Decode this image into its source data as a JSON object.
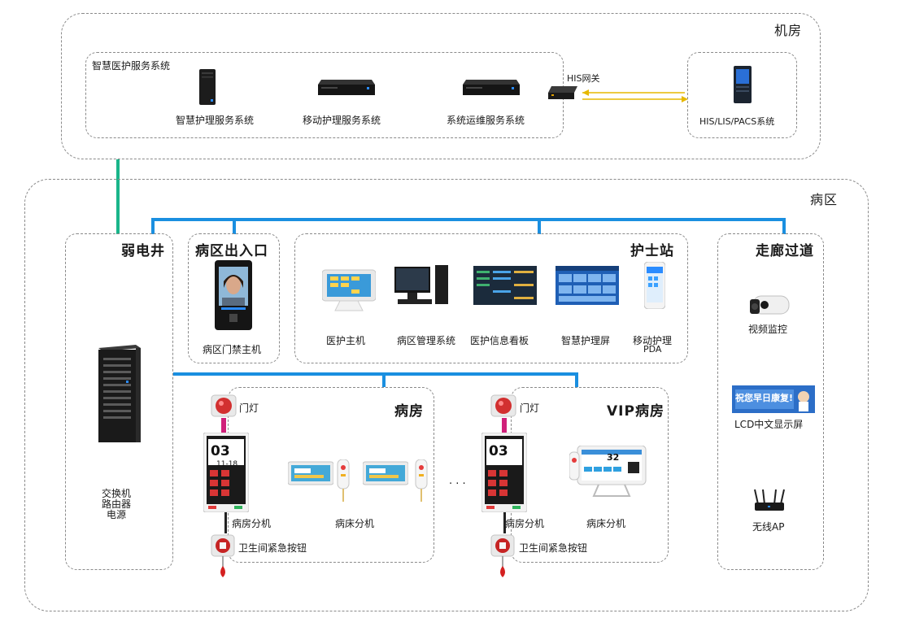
{
  "regions": {
    "machine_room": "机房",
    "ward": "病区"
  },
  "smart_system": {
    "title": "智慧医护服务系统",
    "servers": [
      "智慧护理服务系统",
      "移动护理服务系统",
      "系统运维服务系统"
    ]
  },
  "his": {
    "gateway": "HIS网关",
    "system": "HIS/LIS/PACS系统"
  },
  "weak_well": {
    "title": "弱电井",
    "equipment": [
      "交换机",
      "路由器",
      "电源"
    ]
  },
  "entrance": {
    "title": "病区出入口",
    "device": "病区门禁主机"
  },
  "nurse_station": {
    "title": "护士站",
    "devices": [
      "医护主机",
      "病区管理系统",
      "医护信息看板",
      "智慧护理屏",
      "移动护理",
      "PDA"
    ]
  },
  "corridor": {
    "title": "走廊过道",
    "devices": [
      "视频监控",
      "LCD中文显示屏",
      "无线AP"
    ],
    "lcd_text": "祝您早日康复!"
  },
  "ward_room": {
    "title": "病房",
    "door_light": "门灯",
    "room_unit": "病房分机",
    "bed_unit": "病床分机",
    "emergency": "卫生间紧急按钮",
    "screen_number": "03",
    "screen_date": "11-18"
  },
  "vip_room": {
    "title": "VIP病房",
    "door_light": "门灯",
    "room_unit": "病房分机",
    "bed_unit": "病床分机",
    "emergency": "卫生间紧急按钮",
    "screen_number": "03",
    "tablet_number": "32"
  },
  "ellipsis": "· · ·",
  "colors": {
    "network_line": "#1a8fe0",
    "uplink_line": "#19b58a",
    "dashed_border": "#8a8a8a",
    "arrow": "#e6b800"
  }
}
